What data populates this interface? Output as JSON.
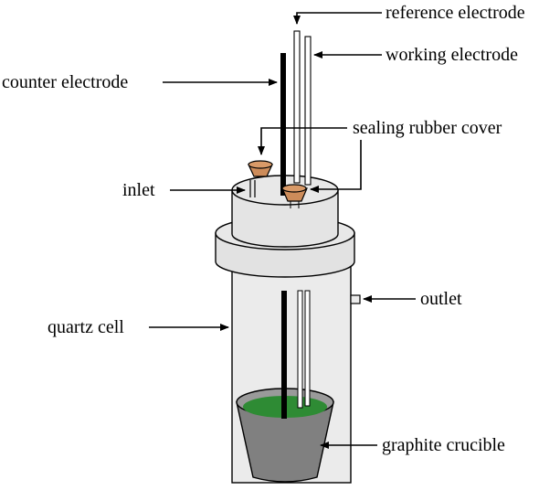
{
  "labels": {
    "reference_electrode": "reference electrode",
    "working_electrode": "working electrode",
    "counter_electrode": "counter electrode",
    "sealing_rubber_cover": "sealing rubber cover",
    "inlet": "inlet",
    "outlet": "outlet",
    "quartz_cell": "quartz cell",
    "graphite_crucible": "graphite crucible"
  },
  "colors": {
    "cell_body": "#ebebeb",
    "flange": "#e2e2e2",
    "cap": "#e4e4e4",
    "rubber_stopper": "#cd8c5a",
    "melt": "#2e8b34",
    "crucible": "#808080",
    "electrode": "#000000",
    "outline": "#000000"
  }
}
